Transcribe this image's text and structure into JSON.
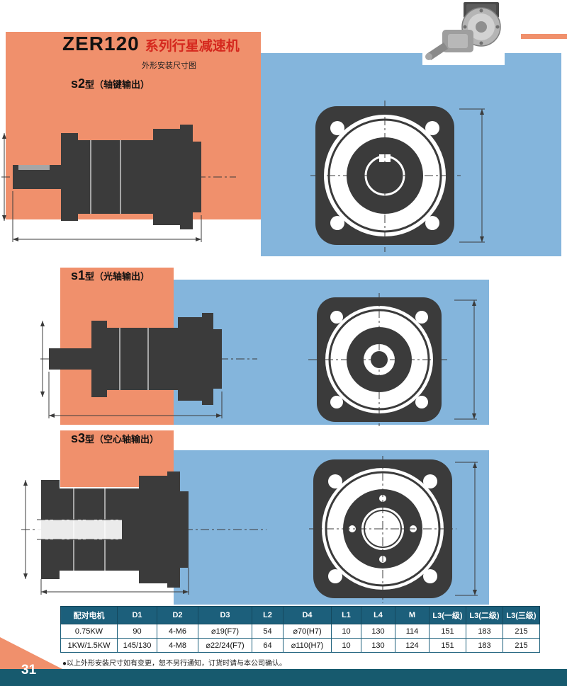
{
  "header": {
    "model": "ZER120",
    "series_red": "系列行星减速机",
    "subtitle": "外形安装尺寸图"
  },
  "sections": [
    {
      "code": "s2",
      "desc": "型（轴键输出）"
    },
    {
      "code": "s1",
      "desc": "型（光轴输出）"
    },
    {
      "code": "s3",
      "desc": "型（空心轴输出）"
    }
  ],
  "table": {
    "headers": [
      "配对电机",
      "D1",
      "D2",
      "D3",
      "L2",
      "D4",
      "L1",
      "L4",
      "M",
      "L3(一级)",
      "L3(二级)",
      "L3(三级)"
    ],
    "rows": [
      [
        "0.75KW",
        "90",
        "4-M6",
        "⌀19(F7)",
        "54",
        "⌀70(H7)",
        "10",
        "130",
        "114",
        "151",
        "183",
        "215"
      ],
      [
        "1KW/1.5KW",
        "145/130",
        "4-M8",
        "⌀22/24(F7)",
        "64",
        "⌀110(H7)",
        "10",
        "130",
        "124",
        "151",
        "183",
        "215"
      ]
    ]
  },
  "footnote": "●以上外形安装尺寸如有变更，恕不另行通知，订货时请与本公司确认。",
  "footer": {
    "page_number": "31"
  },
  "colors": {
    "orange": "#F0906C",
    "blue": "#84B5DC",
    "drawing_dark": "#3B3B3B",
    "table_header": "#1C5F7B",
    "footer_bar": "#175A6E",
    "title_red": "#D5281E"
  }
}
